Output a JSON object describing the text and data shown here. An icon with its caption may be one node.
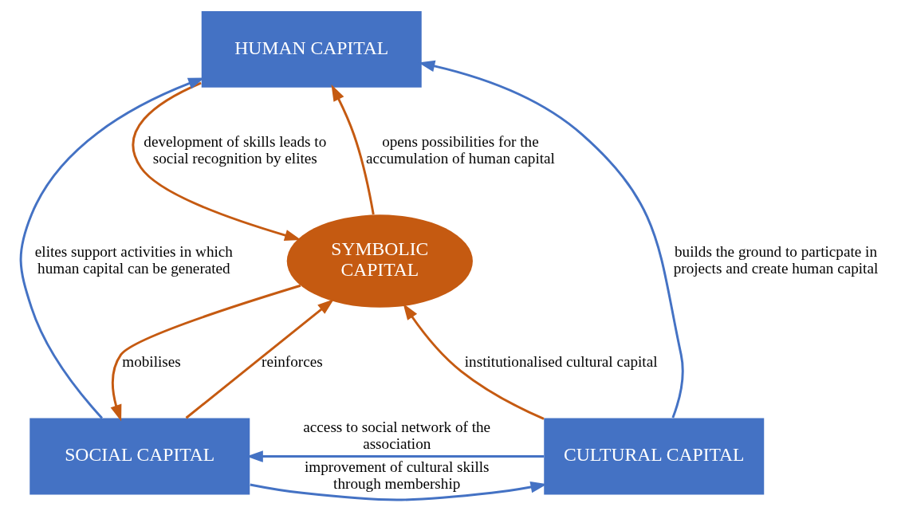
{
  "diagram": {
    "nodes": [
      {
        "text": [
          "HUMAN CAPITAL"
        ]
      },
      {
        "text": [
          "SYMBOLIC CAPITAL"
        ]
      },
      {
        "text": [
          "CULTURAL CAPITAL"
        ]
      },
      {
        "text": [
          "SOCIAL CAPITAL"
        ]
      }
    ],
    "edges": [
      {
        "from": 2,
        "to": 0,
        "arrow": "to",
        "label": "builds the ground to particpate in projects and create human capital",
        "color": "#4472c4"
      },
      {
        "from": 3,
        "to": 0,
        "arrow": "to",
        "label": "elites support activities in which human capital can be generated",
        "color": "#4472c4"
      },
      {
        "from": 1,
        "to": 0,
        "arrow": "to",
        "label": "opens possibilities for the accumulation of human capital"
      },
      {
        "from": 0,
        "to": 1,
        "arrow": "to",
        "label": "development of skills leads to social recognition by elites"
      },
      {
        "from": 1,
        "to": 3,
        "arrow": "to",
        "label": "mobilises"
      },
      {
        "from": 3,
        "to": 1,
        "arrow": "to",
        "label": "reinforces"
      },
      {
        "from": 2,
        "to": 1,
        "arrow": "to",
        "label": "institutionalised cultural capital"
      },
      {
        "from": 2,
        "to": 3,
        "arrow": "to",
        "label": "access to social network of the association",
        "color": "#4472c4"
      },
      {
        "from": 3,
        "to": 2,
        "arrow": "to",
        "label": "improvement of cultural skills through membership",
        "color": "#4472c4"
      }
    ]
  }
}
